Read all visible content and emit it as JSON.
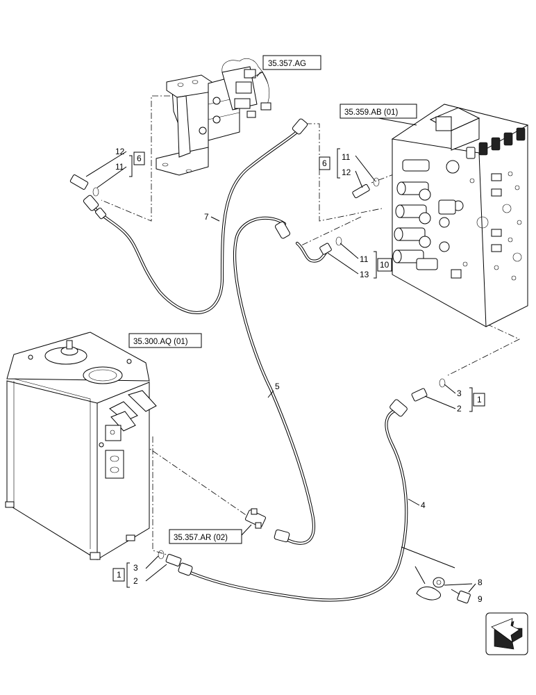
{
  "references": {
    "pedal_valve": "35.357.AG",
    "control_valve": "35.359.AB (01)",
    "tank": "35.300.AQ (01)",
    "connector": "35.357.AR (02)"
  },
  "callouts": {
    "c12_left": "12",
    "c11_left": "11",
    "c6_left": "6",
    "c6_right": "6",
    "c11_right": "11",
    "c12_right": "12",
    "c7": "7",
    "c11_bottom": "11",
    "c13": "13",
    "c10": "10",
    "c5": "5",
    "c3_right": "3",
    "c2_right": "2",
    "c1_right": "1",
    "c4": "4",
    "c3_left": "3",
    "c2_left": "2",
    "c1_left": "1",
    "c8": "8",
    "c9": "9"
  },
  "icons": {
    "corner": "arrow-navigation-icon"
  }
}
